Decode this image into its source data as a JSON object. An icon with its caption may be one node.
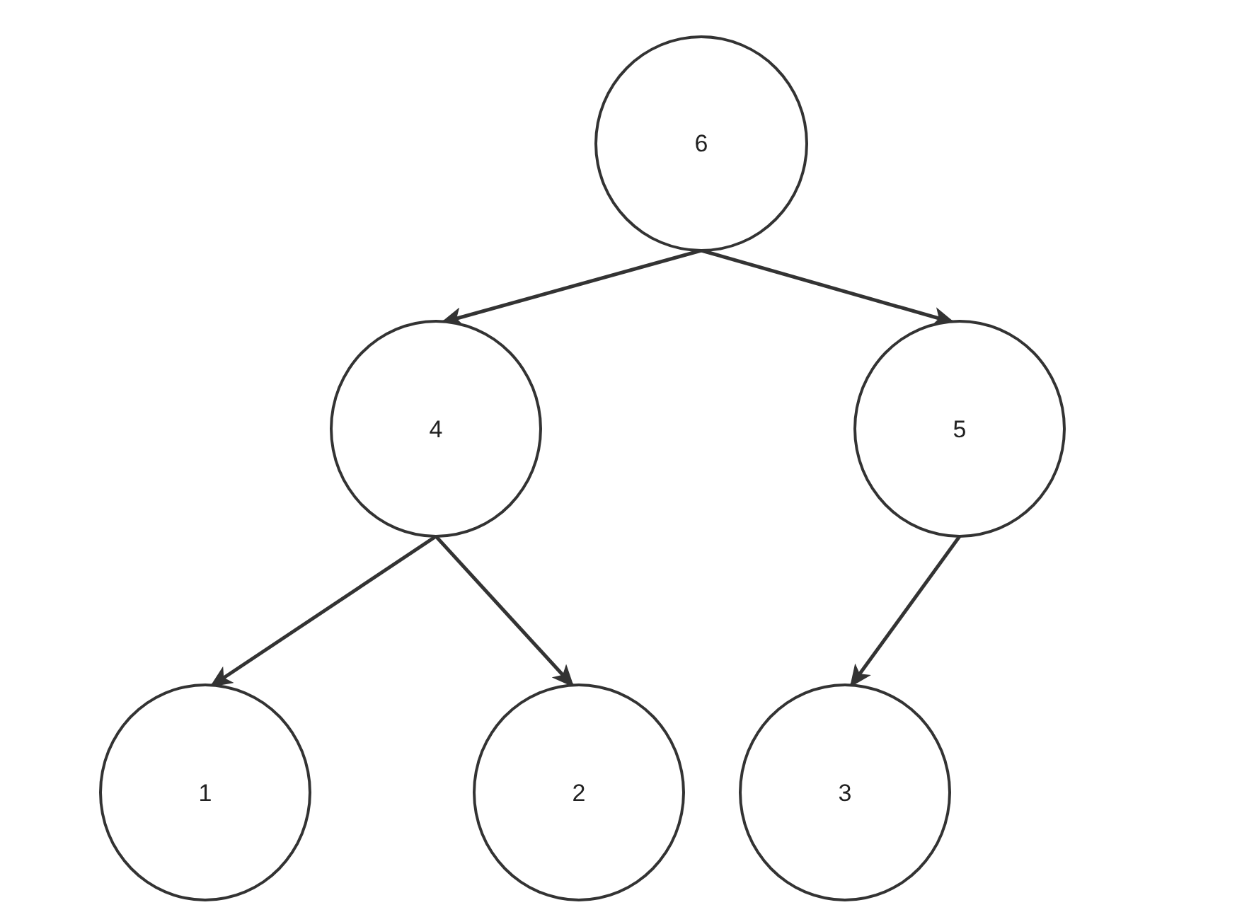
{
  "diagram": {
    "nodes": [
      {
        "text": [
          "6"
        ]
      },
      {
        "text": [
          "4"
        ]
      },
      {
        "text": [
          "5"
        ]
      },
      {
        "text": [
          "1"
        ]
      },
      {
        "text": [
          "2"
        ]
      },
      {
        "text": [
          "3"
        ]
      }
    ],
    "edges": [
      {
        "from": 0,
        "to": 1,
        "arrow": "to"
      },
      {
        "from": 0,
        "to": 2,
        "arrow": "to"
      },
      {
        "from": 1,
        "to": 3,
        "arrow": "to"
      },
      {
        "from": 1,
        "to": 4,
        "arrow": "to"
      },
      {
        "from": 2,
        "to": 5,
        "arrow": "to"
      }
    ]
  }
}
